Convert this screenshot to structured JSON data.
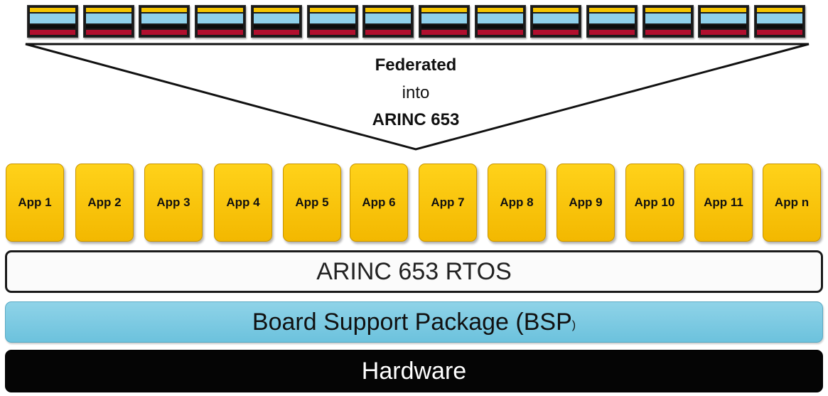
{
  "federated_units": {
    "count": 14
  },
  "funnel_text": {
    "line1": "Federated",
    "line2": "into",
    "line3": "ARINC 653"
  },
  "apps": [
    "App 1",
    "App 2",
    "App 3",
    "App 4",
    "App 5",
    "App 6",
    "App 7",
    "App 8",
    "App 9",
    "App 10",
    "App 11",
    "App  n"
  ],
  "layers": {
    "rtos": "ARINC 653 RTOS",
    "bsp_main": "Board Support Package (BSP",
    "bsp_paren": ")",
    "hardware": "Hardware"
  },
  "colors": {
    "app_fill": "#f6c500",
    "bsp_fill": "#7ccae3",
    "hardware_fill": "#050505",
    "unit_red": "#b10f2e",
    "unit_blue": "#8fd0ea"
  }
}
